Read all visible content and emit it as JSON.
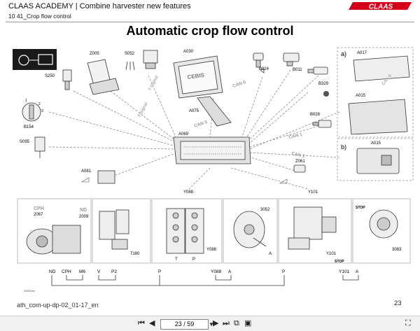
{
  "header": {
    "academy": "CLAAS ACADEMY | Combine harvester new features",
    "section": "10 41_Crop flow control",
    "brand": "CLAAS"
  },
  "title": "Automatic crop flow control",
  "diagram": {
    "components": {
      "s250": "S250",
      "z005": "Z005",
      "s052": "S052",
      "a030": "A030",
      "cebis": "CEBIS",
      "b024": "B024",
      "b011": "B011",
      "b329": "B329",
      "b028": "B028",
      "b154": "B154",
      "s095": "S095",
      "a081": "A081",
      "a069": "A069",
      "a075": "A075",
      "z061": "Z061",
      "y088": "Y088",
      "y101": "Y101",
      "a017": "A017",
      "a015_a": "A015",
      "a015_b": "A015",
      "opt_a": "a)",
      "opt_b": "b)",
      "can0": "CAN 0",
      "can0b": "CAN 0",
      "can1a": "CAN 1",
      "can1b": "CAN 1",
      "can0_module": "CAN 0",
      "tsignal": "T-Signal",
      "tsignal2": "T-Signal",
      "b154_1": "1",
      "b154_2": "2",
      "b154_3": "3"
    },
    "bottom": {
      "cph": "CPH",
      "cph_n": "2067",
      "nd": "ND",
      "nd_n": "2009",
      "n7180": "7180",
      "y088": "Y088",
      "t": "T",
      "p": "P",
      "n3052": "3052",
      "a": "A",
      "y101": "Y101",
      "stop1": "STOP",
      "stop2": "STOP",
      "n3083": "3083"
    },
    "bus_labels": [
      "ND",
      "CPH",
      "M6",
      "V",
      "P2",
      "P",
      "Y088",
      "A",
      "P",
      "Y101",
      "A"
    ]
  },
  "footer": {
    "doc_id": "ath_com-up-dp-02_01-17_en",
    "page_number": "23",
    "small_code": "4081Hes"
  },
  "viewer": {
    "page_display": "23 / 59"
  }
}
